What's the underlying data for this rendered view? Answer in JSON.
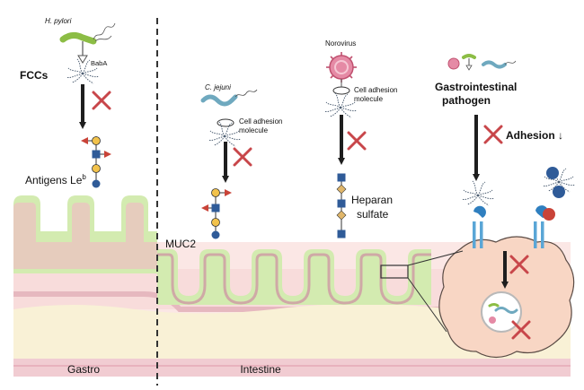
{
  "labels": {
    "h_pylori": "H. pylori",
    "baba": "BabA",
    "fccs": "FCCs",
    "antigens": "Antigens Le",
    "antigens_sup": "b",
    "c_jejuni": "C. jejuni",
    "cam1_line1": "Cell adhesion",
    "cam1_line2": "molecule",
    "norovirus": "Norovirus",
    "cam2_line1": "Cell adhesion",
    "cam2_line2": "molecule",
    "heparan_line1": "Heparan",
    "heparan_line2": "sulfate",
    "gi_line1": "Gastrointestinal",
    "gi_line2": "pathogen",
    "adhesion": "Adhesion ↓",
    "muc2": "MUC2",
    "gastro": "Gastro",
    "intestine": "Intestine"
  },
  "colors": {
    "mucus_green": "#d3ebb0",
    "tissue_pink": "#f8d7d5",
    "inhibit_x": "#c8464a",
    "glycan_blue": "#2f5b98",
    "glycan_red": "#c94338",
    "glycan_yellow": "#f2c24b",
    "bacterium_green": "#8cbd45",
    "bacterium_teal": "#6fa9bf"
  }
}
